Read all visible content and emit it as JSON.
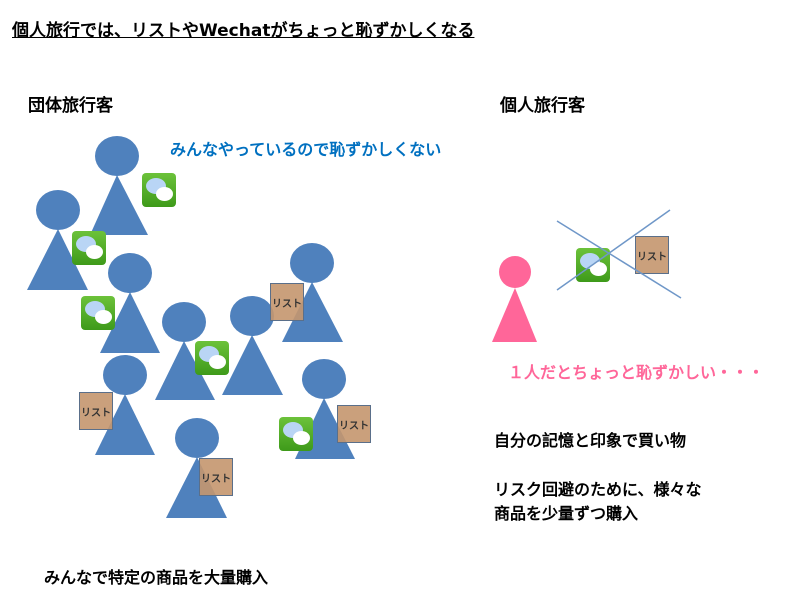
{
  "title": "個人旅行では、リストやWechatがちょっと恥ずかしくなる",
  "left": {
    "heading": "団体旅行客",
    "callout": "みんなやっているので恥ずかしくない",
    "footer": "みんなで特定の商品を大量購入",
    "list_label": "リスト"
  },
  "right": {
    "heading": "個人旅行客",
    "callout": "１人だとちょっと恥ずかしい・・・",
    "note1": "自分の記憶と印象で買い物",
    "note2_line1": "リスク回避のために、様々な",
    "note2_line2": "商品を少量ずつ購入",
    "list_label": "リスト"
  },
  "colors": {
    "group": "#4f81bd",
    "solo": "#ff6699",
    "callout_blue": "#0070c0",
    "callout_pink": "#ff6699"
  }
}
